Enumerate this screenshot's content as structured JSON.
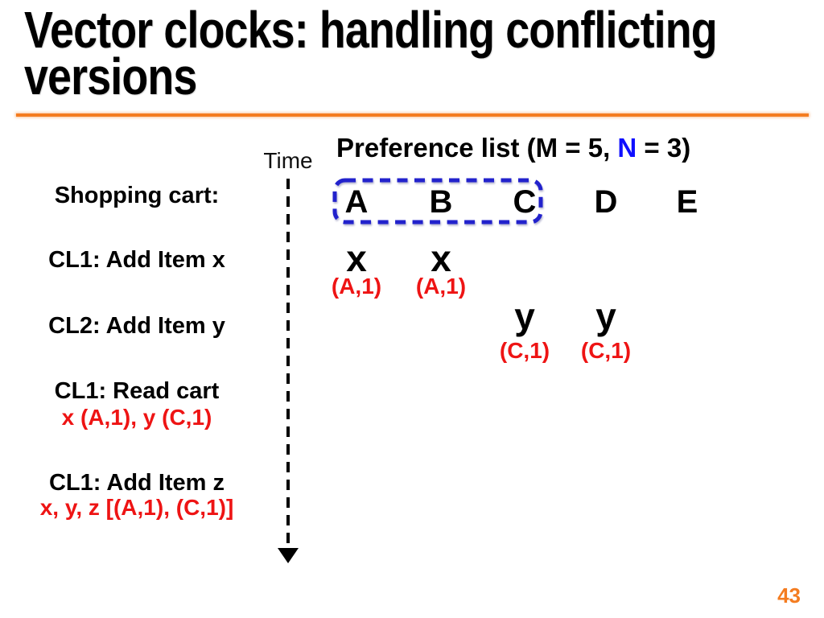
{
  "slide": {
    "title_lines": [
      "Vector clocks: handling conflicting",
      "versions"
    ],
    "page_number": "43"
  },
  "header": {
    "prefix": "Preference list (M = 5, ",
    "n_label": "N",
    "suffix": " = 3)"
  },
  "timeline": {
    "label": "Time"
  },
  "events": [
    {
      "label": "Shopping cart:",
      "detail": ""
    },
    {
      "label": "CL1: Add Item x",
      "detail": ""
    },
    {
      "label": "CL2: Add Item y",
      "detail": ""
    },
    {
      "label": "CL1: Read cart",
      "detail": "x (A,1), y (C,1)"
    },
    {
      "label": "CL1: Add Item z",
      "detail": "x, y, z [(A,1), (C,1)]"
    }
  ],
  "nodes": [
    "A",
    "B",
    "C",
    "D",
    "E"
  ],
  "replicas": [
    {
      "item": "x",
      "clock": "(A,1)",
      "node": "A"
    },
    {
      "item": "x",
      "clock": "(A,1)",
      "node": "B"
    },
    {
      "item": "y",
      "clock": "(C,1)",
      "node": "C"
    },
    {
      "item": "y",
      "clock": "(C,1)",
      "node": "D"
    }
  ],
  "colors": {
    "accent_orange": "#F47C20",
    "annotation_red": "#EE1414",
    "n_blue": "#0F0FFF",
    "box_blue": "#2222CC",
    "text_black": "#000000"
  }
}
